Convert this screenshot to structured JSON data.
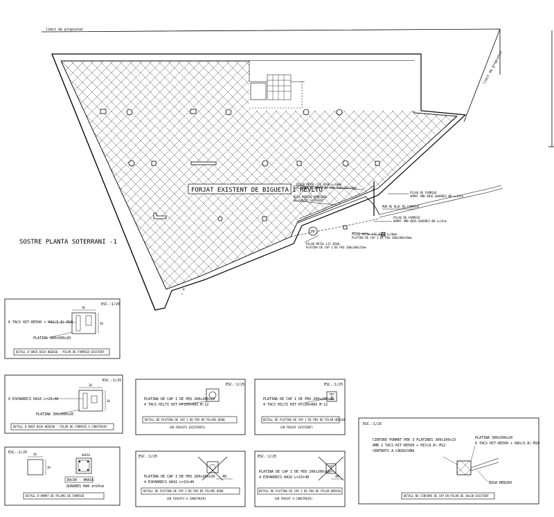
{
  "plan": {
    "property_limit_top": "límit de propietat",
    "property_limit_side": "límit de propietat",
    "main_label": "FORJAT EXISTENT DE BIGUETA I REVLTÓ",
    "section_title": "SOSTRE PLANTA SOTERRANI -1",
    "marker_20": "20",
    "ann_pilar_metal_top_1": "PILAR METÀL·LIC Ø200 e=10mm",
    "ann_pilar_metal_top_2": "PLATINA DE CAP I DE PEU 200x200x20mm",
    "ann_biga_top_1": "BIGA HEB260 EMBEGUDA",
    "ann_biga_top_2": "AL FORJAT EXISTENT",
    "ann_pilar_formigo_1": "PILAR DE FORMIGÓ",
    "ann_pilar_formigo_2": "ARMAT AMB 4Ø16 QUADRES Ø8 e=24cm",
    "ann_mur": "MUR DE BLOC DE FORMIGÓ",
    "ann_pilar_formigo_3": "PILAR DE FORMIGÓ",
    "ann_pilar_formigo_4": "ARMAT AMB 4Ø16 QUADRES Ø8 e=24cm",
    "ann_pilar_metal_mid_1": "PILAR METÀL·LIC Ø200 e=10mm",
    "ann_pilar_metal_mid_2": "PLATINA DE CAP I DE PEU 200x200x20mm",
    "ann_pilar_metal_bot_1": "PILAR METÀL·LIC Ø200",
    "ann_pilar_metal_bot_2": "PLATINA DE CAP I DE PEU 200x200x15mm"
  },
  "details": {
    "d1": {
      "scale": "ESC.:1/25",
      "line1": "6 TACS HIT-RE500 + HAS(5.8)-M20",
      "line2": "PLATINA 300x500x20",
      "title": "DETALL D'UNIÓ BIGA HEB260 - PILAR DE FORMIGÓ EXISTENT",
      "dim_a": "30",
      "dim_b": "30"
    },
    "d2": {
      "scale": "ESC.:1/25",
      "line1": "6 ESPARRECS HA16 L=20+40",
      "line2": "PLATINA 300x500x20",
      "title": "DETALL D'UNIÓ BIGA HEB260 - PILAR DE FORMIGÓ A CONSTRUIR",
      "dim_a": "30",
      "dim_b": "30"
    },
    "d3": {
      "scale": "ESC.:1/25",
      "line1": "PLATINA DE CAP I DE PEU 260x260x20",
      "line2": "4 TACS HILTI HIT-HY150+HAS M-12",
      "title": "DETALL DE PLATINA DE CAP I DE PEU DE PILARS Ø200",
      "subtitle": "(EN FORJATS EXISTENTS)"
    },
    "d4": {
      "scale": "ESC.:1/25",
      "line1": "PLATINA DE CAP I DE PEU 200x200x15",
      "line2": "4 TACS HILTI HIT-HY150+HAS M-12",
      "title": "DETALL DE PLATINA DE CAP I DE PEU DE PILAR HEB140",
      "subtitle": "(EN FORJAT EXISTENT)"
    },
    "d5": {
      "scale": "ESC.:1/25",
      "line1": "CINTURÓ FORMAT PER 3 PLATINES 300x200x15",
      "line2": "AMB 2 TACS HIT-RE500 + HIS(8.8)-M12",
      "line3": "CENTRATS A CADASCUNA",
      "line4": "PLATINA 300x500x20",
      "line5": "6 TACS HIT-RE500 + HAS(5.8)-M20",
      "line6": "BIGA HEB260",
      "title": "DETALL DE CINTURÓ DE CAP EN PILAR DE 30x30 EXISTENT"
    },
    "d6": {
      "scale": "ESC.:1/25",
      "dim_a": "30",
      "dim_b": "30",
      "bar_label": "4HA16",
      "line1": "30x30 - 4HA16",
      "line2": "QUADRES HA8 e=24cm",
      "title": "DETALL D'ARMAT DE PILARS DE FORMIGÓ"
    },
    "d7": {
      "scale": "ESC.:1/25",
      "line1": "PLATINA DE CAP I DE PEU 260x260x20",
      "line2": "4 ESPARRECS HA16 L=15+40",
      "dim": "40",
      "title": "DETALL DE PLATINA DE CAP I DE PEU DE PILARS Ø200",
      "subtitle": "(EN FORJATS A CONSTRUIR)"
    },
    "d8": {
      "scale": "ESC.:1/25",
      "line1": "PLATINA DE CAP I DE PEU 200x200x15",
      "line2": "4 ESPARRECS HA16 L=15+40",
      "dim": "40",
      "title": "DETALL DE PLATINA DE CAP I DE PEU DE PILAR HEB140",
      "subtitle": "(EN FORJAT A CONSTRUIR)"
    }
  }
}
